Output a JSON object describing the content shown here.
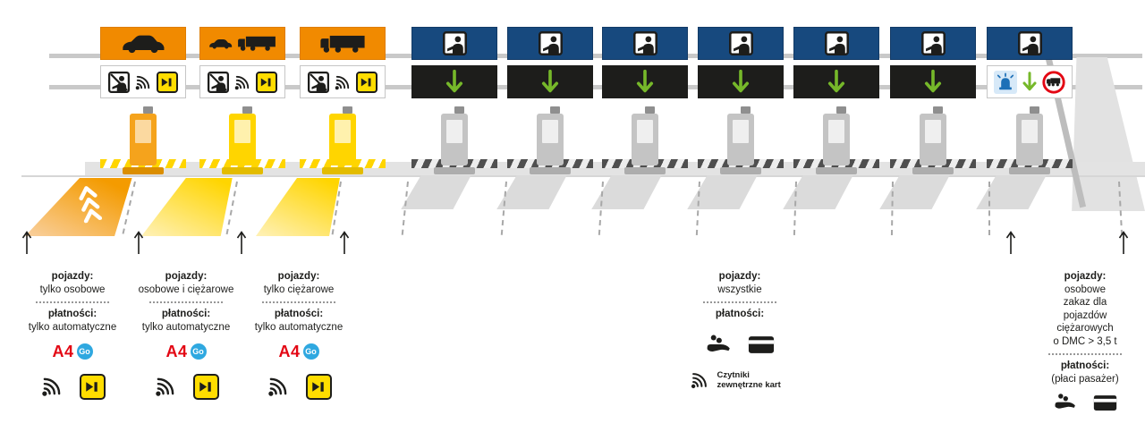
{
  "meta": {
    "title": "Toll plaza lane types diagram"
  },
  "colors": {
    "orange_sign": "#F18A00",
    "blue_sign": "#17497E",
    "green_arrow": "#76B82A",
    "yellow_icon_bg": "#FFDD00",
    "brand_red": "#E30613",
    "brand_cyan": "#2FA8E0",
    "dark_panel": "#1D1D1B",
    "structure_gray": "#C6C6C6"
  },
  "logo": {
    "a4": "A4",
    "go": "Go"
  },
  "lanes": {
    "automatic_count": 3,
    "attended_count": 7
  },
  "icons": {
    "car": "car-icon",
    "truck": "truck-icon",
    "attendant": "cashier-icon",
    "no_attendant": "no-attendant-icon",
    "transponder": "radio-waves-icon",
    "card_reader": "card-reader-icon",
    "lane_open": "green-down-arrow-icon",
    "emergency_beacon": "beacon-icon",
    "no_trucks": "no-trucks-sign-icon",
    "cash_payment": "hand-with-coins-icon",
    "card_payment": "payment-card-icon",
    "lane_entry": "up-arrow-icon",
    "lane_direction": "chevron-arrows-icon"
  },
  "columns": [
    {
      "vehicles_label": "pojazdy:",
      "vehicles_value": "tylko osobowe",
      "payments_label": "płatności:",
      "payments_value": "tylko automatyczne"
    },
    {
      "vehicles_label": "pojazdy:",
      "vehicles_value": "osobowe i ciężarowe",
      "payments_label": "płatności:",
      "payments_value": "tylko automatyczne"
    },
    {
      "vehicles_label": "pojazdy:",
      "vehicles_value": "tylko ciężarowe",
      "payments_label": "płatności:",
      "payments_value": "tylko automatyczne"
    },
    {
      "vehicles_label": "pojazdy:",
      "vehicles_value": "wszystkie",
      "payments_label": "płatności:",
      "card_reader_note": "Czytniki zewnętrzne kart"
    },
    {
      "vehicles_label": "pojazdy:",
      "vehicles_lines": [
        "osobowe",
        "zakaz dla",
        "pojazdów",
        "ciężarowych",
        "o DMC > 3,5 t"
      ],
      "payments_label": "płatności:",
      "payments_value": "(płaci pasażer)"
    }
  ]
}
